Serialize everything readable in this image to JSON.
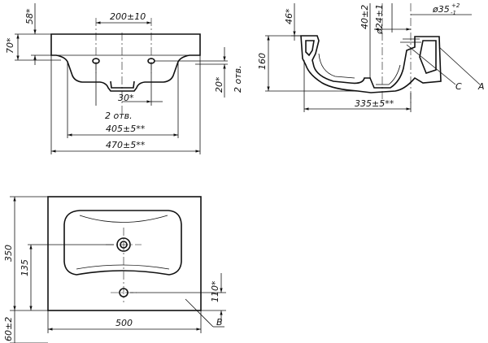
{
  "front_view": {
    "dims": {
      "top_hole_spacing": "200±10",
      "height_total": "70*",
      "height_top": "58*",
      "angle": "30*",
      "holes_note": "2 отв.",
      "width_inner": "405±5**",
      "width_outer": "470±5**",
      "hole_drop": "20*",
      "hole_drop_note": "2 отв."
    }
  },
  "side_view": {
    "dims": {
      "depth_46": "46*",
      "d40": "40±2",
      "d24": "ø24±1",
      "d35": "ø35",
      "d35_sup": "+2",
      "d35_sub": "-1",
      "height": "160",
      "depth": "335±5**"
    },
    "callouts": {
      "a": "A",
      "c": "C"
    }
  },
  "top_view": {
    "dims": {
      "width": "500",
      "depth": "350",
      "hole_pos": "135",
      "tap_offset": "110*",
      "thickness": "60±2"
    },
    "callouts": {
      "b": "B"
    }
  }
}
